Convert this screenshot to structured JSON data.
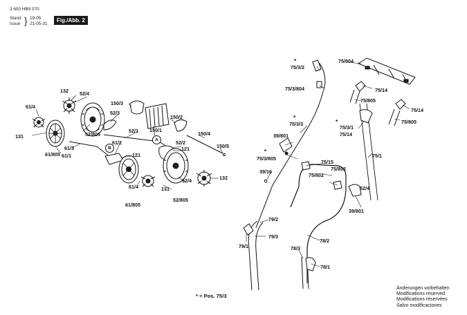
{
  "header": {
    "part_number": "3 600 HB9 070",
    "stand_label": "Stand",
    "issue_label": "Issue",
    "stand_value": "19-05",
    "issue_value": "21-05-31",
    "figure": "Fig./Abb. 2"
  },
  "labels": {
    "l_132": "132",
    "l_52_4a": "52/4",
    "l_61_4a": "61/4",
    "l_131a": "131",
    "l_61_805a": "61/805",
    "l_52_805a": "52/805",
    "l_52_3": "52/3",
    "l_150_3": "150/3",
    "l_150_2": "150/2",
    "l_150_1": "150/1",
    "l_52_1": "52/1",
    "l_61_3": "61/3",
    "l_61_1": "61/1",
    "l_61_2": "61/2",
    "l_121a": "121",
    "l_52_2": "52/2",
    "l_121b": "121",
    "l_150_4": "150/4",
    "l_150_5": "150/5",
    "l_61_4b": "61/4",
    "l_61_805b": "61/805",
    "l_131b": "131",
    "l_52_4b": "52/4",
    "l_52_805b": "52/805",
    "l_132b": "132",
    "l_75_3_2": "75/3/2",
    "l_75_3_804": "75/3/804",
    "l_75_3_3": "75/3/3",
    "l_39_801a": "39/801",
    "l_75_3_805": "75/3/805",
    "l_39_16": "39/16",
    "l_75_804": "75/804",
    "l_75_14a": "75/14",
    "l_75_805a": "75/805",
    "l_75_14b": "75/14",
    "l_75_805b": "75/805",
    "l_75_3_1": "75/3/1",
    "l_75_14c": "75/14",
    "l_75_1": "75/1",
    "l_75_15": "75/15",
    "l_75_802a": "75/802",
    "l_75_802b": "75/802",
    "l_52_4c": "52/4",
    "l_39_801b": "39/801",
    "l_79_2": "79/2",
    "l_79_3": "79/3",
    "l_79_1": "79/1",
    "l_78_2": "78/2",
    "l_78_3": "78/3",
    "l_78_1": "78/1",
    "circle_a": "A",
    "circle_b": "B"
  },
  "legend": {
    "star_note": "Pos. 75/3"
  },
  "footer": {
    "line1": "Änderungen vorbehalten",
    "line2": "Modifications reserved",
    "line3": "Modifications réservées",
    "line4": "Salvo modificaciones"
  }
}
